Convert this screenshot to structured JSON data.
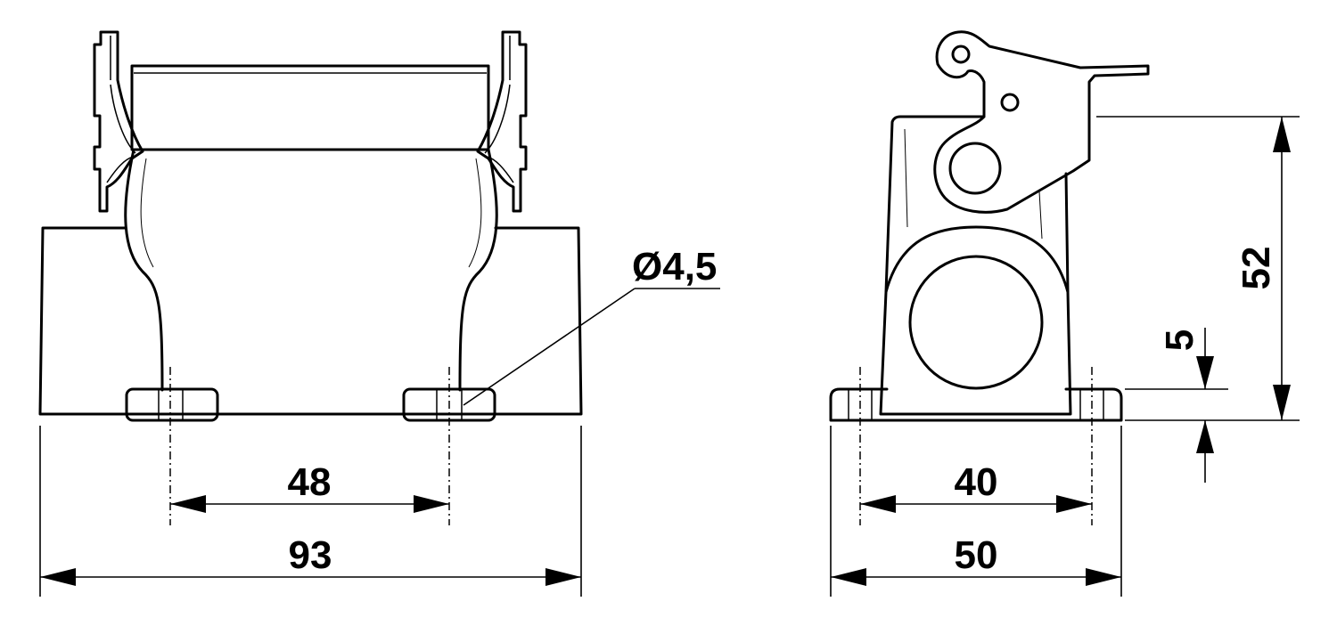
{
  "dimensions": {
    "front_hole_spacing": "48",
    "front_overall_width": "93",
    "hole_diameter": "Ø4,5",
    "side_hole_spacing": "40",
    "side_overall_width": "50",
    "overall_height": "52",
    "base_thickness": "5"
  }
}
